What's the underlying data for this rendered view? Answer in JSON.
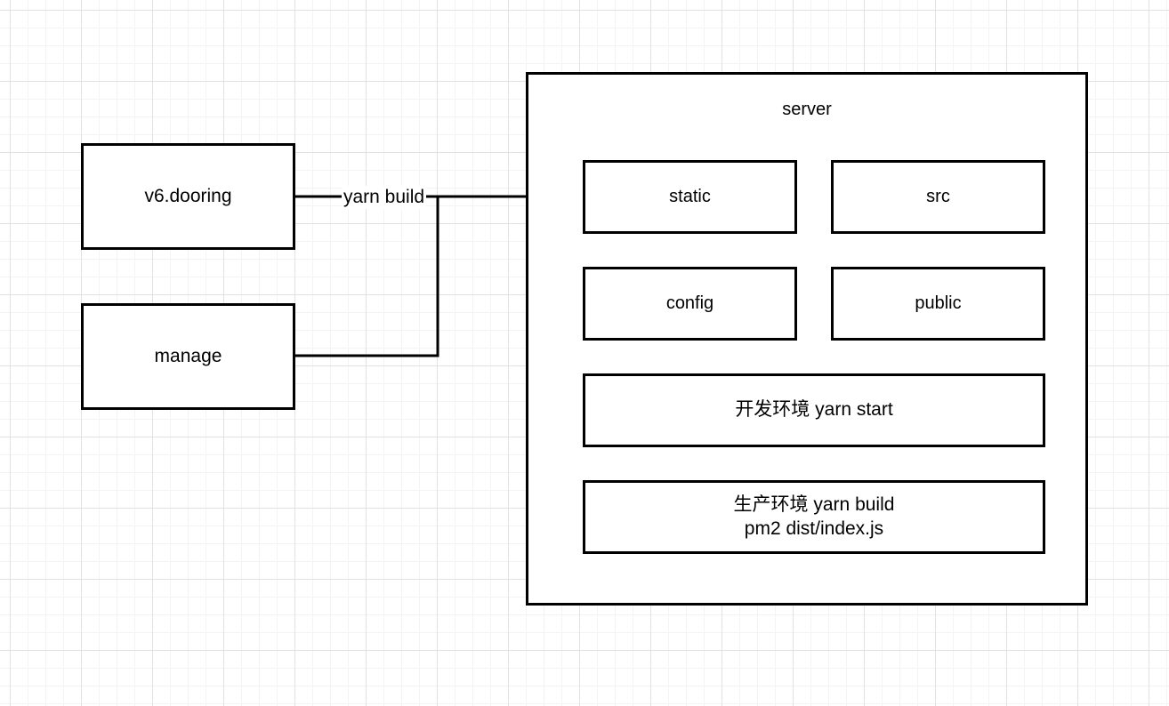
{
  "diagram": {
    "title_text": "server",
    "background": {
      "grid_minor_color": "#f4f4f4",
      "grid_major_color": "#e2e2e2",
      "page_color": "#ffffff"
    },
    "stroke_color": "#000000",
    "fill_color": "#ffffff"
  },
  "left_nodes": [
    {
      "id": "v6-dooring",
      "label": "v6.dooring"
    },
    {
      "id": "manage",
      "label": "manage"
    }
  ],
  "edges": [
    {
      "id": "build-edge",
      "label": "yarn build",
      "from": [
        "v6.dooring",
        "manage"
      ],
      "to": "static",
      "arrowhead": "filled-triangle"
    }
  ],
  "server_container": {
    "label": "server",
    "children": [
      {
        "id": "static",
        "label": "static"
      },
      {
        "id": "src",
        "label": "src"
      },
      {
        "id": "config",
        "label": "config"
      },
      {
        "id": "public",
        "label": "public"
      },
      {
        "id": "dev-env",
        "label": "开发环境 yarn start"
      },
      {
        "id": "prod-env",
        "label": "生产环境 yarn build\npm2 dist/index.js"
      }
    ]
  }
}
